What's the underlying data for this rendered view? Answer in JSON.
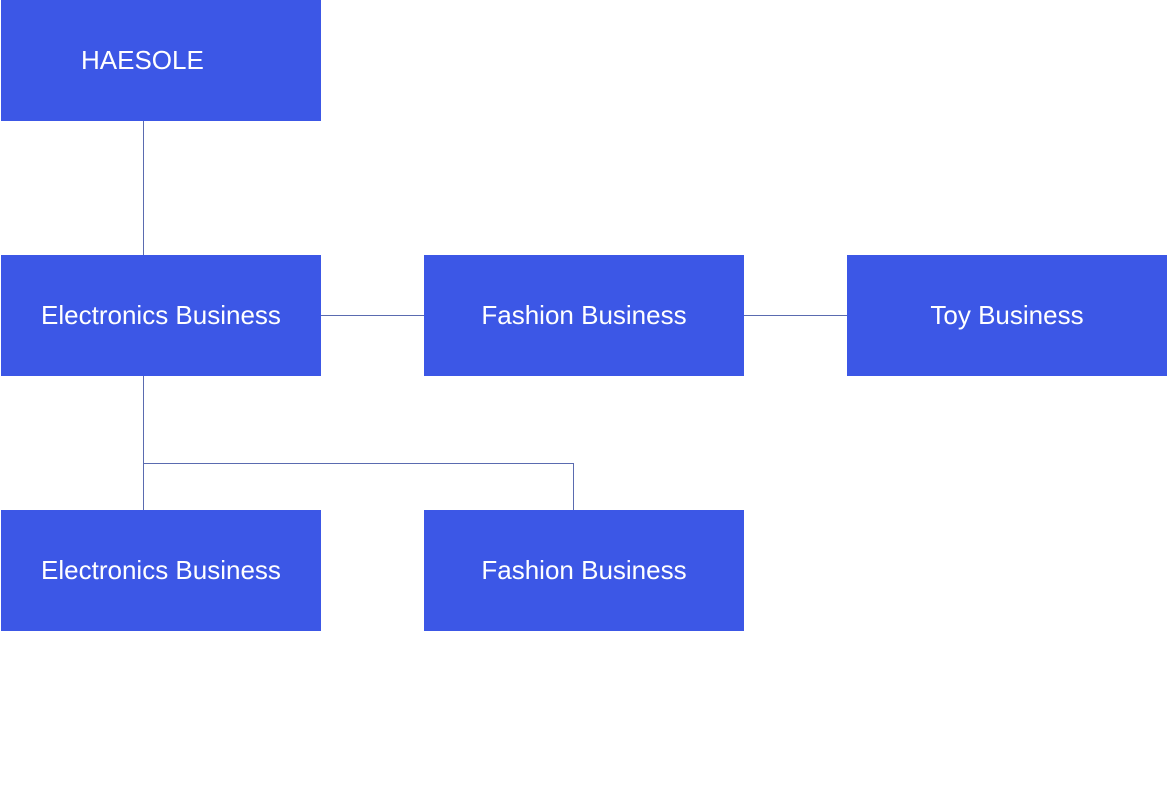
{
  "diagram": {
    "colors": {
      "node_fill": "#3c57e6",
      "node_text": "#ffffff",
      "connector": "#5a6bb0",
      "background": "#ffffff"
    },
    "nodes": {
      "root": {
        "label": "HAESOLE"
      },
      "electronics_1": {
        "label": "Electronics Business"
      },
      "fashion_1": {
        "label": "Fashion Business"
      },
      "toy": {
        "label": "Toy Business"
      },
      "electronics_2": {
        "label": "Electronics Business"
      },
      "fashion_2": {
        "label": "Fashion Business"
      }
    },
    "edges": [
      {
        "from": "root",
        "to": "electronics_1"
      },
      {
        "from": "electronics_1",
        "to": "fashion_1"
      },
      {
        "from": "fashion_1",
        "to": "toy"
      },
      {
        "from": "electronics_1",
        "to": "electronics_2"
      },
      {
        "from": "electronics_1",
        "to": "fashion_2"
      }
    ]
  }
}
